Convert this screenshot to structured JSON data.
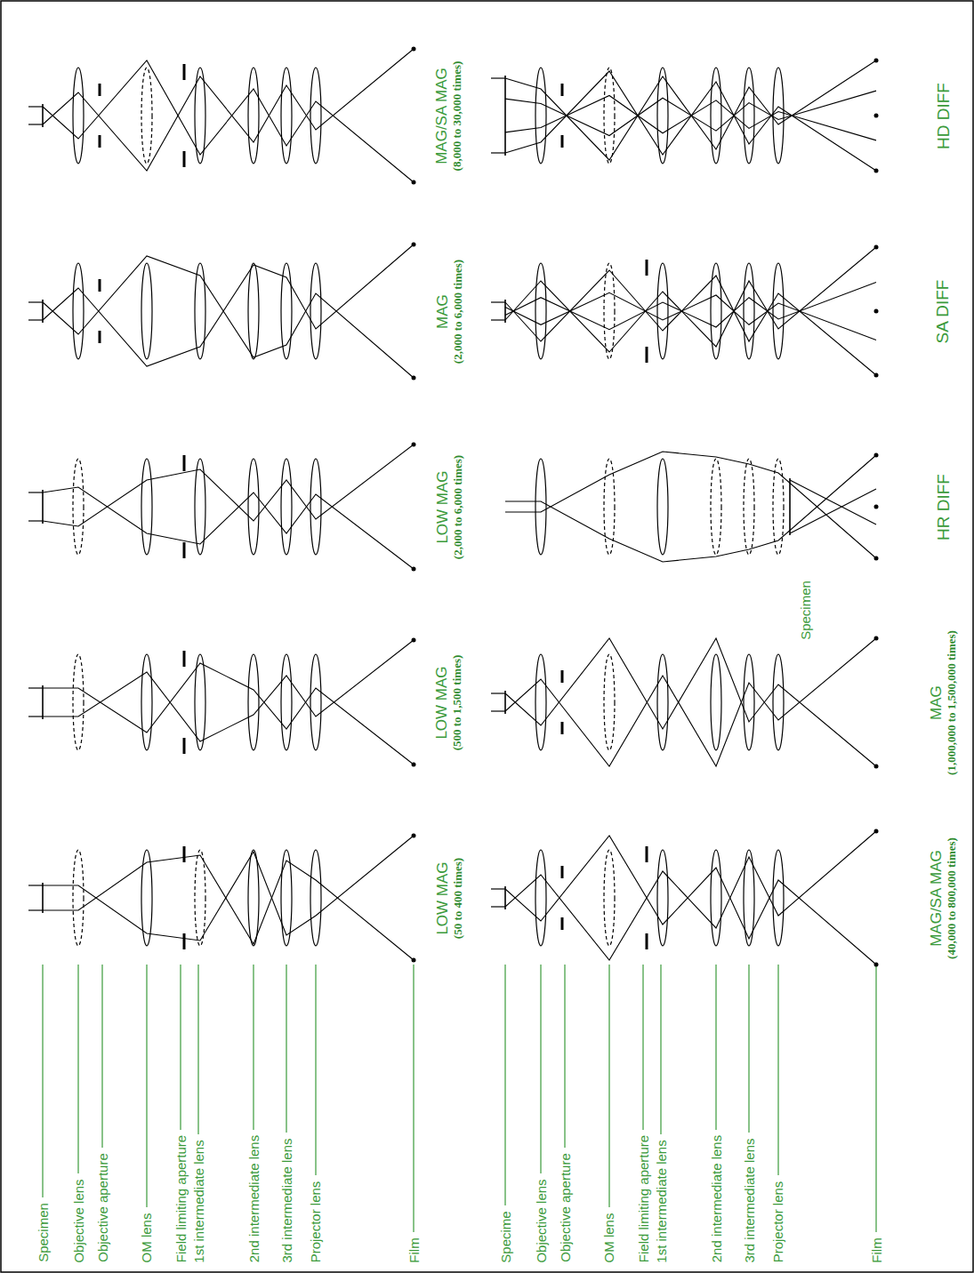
{
  "diagram": {
    "labels": [
      "Specimen",
      "Objective lens",
      "Objective aperture",
      "OM lens",
      "Field limiting aperture",
      "1st intermediate lens",
      "2nd intermediate lens",
      "3rd intermediate lens",
      "Projector lens",
      "Film",
      "Specime",
      "Objective lens",
      "Objective aperture",
      "OM lens",
      "Field limiting aperture",
      "1st intermediate lens",
      "2nd intermediate lens",
      "3rd intermediate lens",
      "Projector lens",
      "Film",
      "LOW MAG",
      "(50 to 400 times)",
      "LOW MAG",
      "(500 to 1,500 times)",
      "LOW MAG",
      "(2,000 to 6,000 times)",
      "MAG",
      "(2,000 to 6,000 times)",
      "MAG/SA MAG",
      "(8,000 to 30,000 times)",
      "MAG/SA MAG",
      "(40,000 to 800,000 times)",
      "MAG",
      "(1,000,000 to 1,500,000 times)",
      "HR DIFF",
      "Specimen",
      "SA DIFF",
      "HD DIFF"
    ]
  }
}
